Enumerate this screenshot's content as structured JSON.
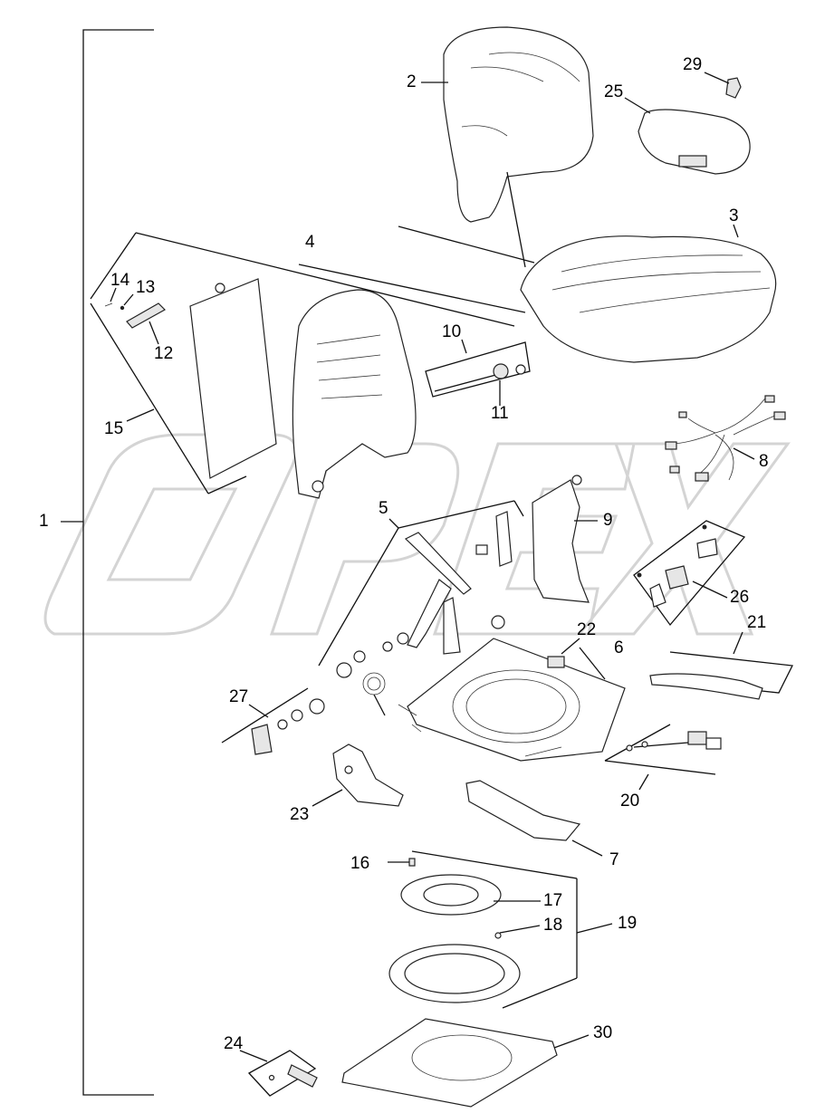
{
  "watermark": {
    "text": "OPEX"
  },
  "callouts": [
    {
      "id": "1",
      "label": "1"
    },
    {
      "id": "2",
      "label": "2"
    },
    {
      "id": "3",
      "label": "3"
    },
    {
      "id": "4",
      "label": "4"
    },
    {
      "id": "5",
      "label": "5"
    },
    {
      "id": "6",
      "label": "6"
    },
    {
      "id": "7",
      "label": "7"
    },
    {
      "id": "8",
      "label": "8"
    },
    {
      "id": "9",
      "label": "9"
    },
    {
      "id": "10",
      "label": "10"
    },
    {
      "id": "11",
      "label": "11"
    },
    {
      "id": "12",
      "label": "12"
    },
    {
      "id": "13",
      "label": "13"
    },
    {
      "id": "14",
      "label": "14"
    },
    {
      "id": "15",
      "label": "15"
    },
    {
      "id": "16",
      "label": "16"
    },
    {
      "id": "17",
      "label": "17"
    },
    {
      "id": "18",
      "label": "18"
    },
    {
      "id": "19",
      "label": "19"
    },
    {
      "id": "20",
      "label": "20"
    },
    {
      "id": "21",
      "label": "21"
    },
    {
      "id": "22",
      "label": "22"
    },
    {
      "id": "23",
      "label": "23"
    },
    {
      "id": "24",
      "label": "24"
    },
    {
      "id": "25",
      "label": "25"
    },
    {
      "id": "26",
      "label": "26"
    },
    {
      "id": "27",
      "label": "27"
    },
    {
      "id": "29",
      "label": "29"
    },
    {
      "id": "30",
      "label": "30"
    }
  ]
}
